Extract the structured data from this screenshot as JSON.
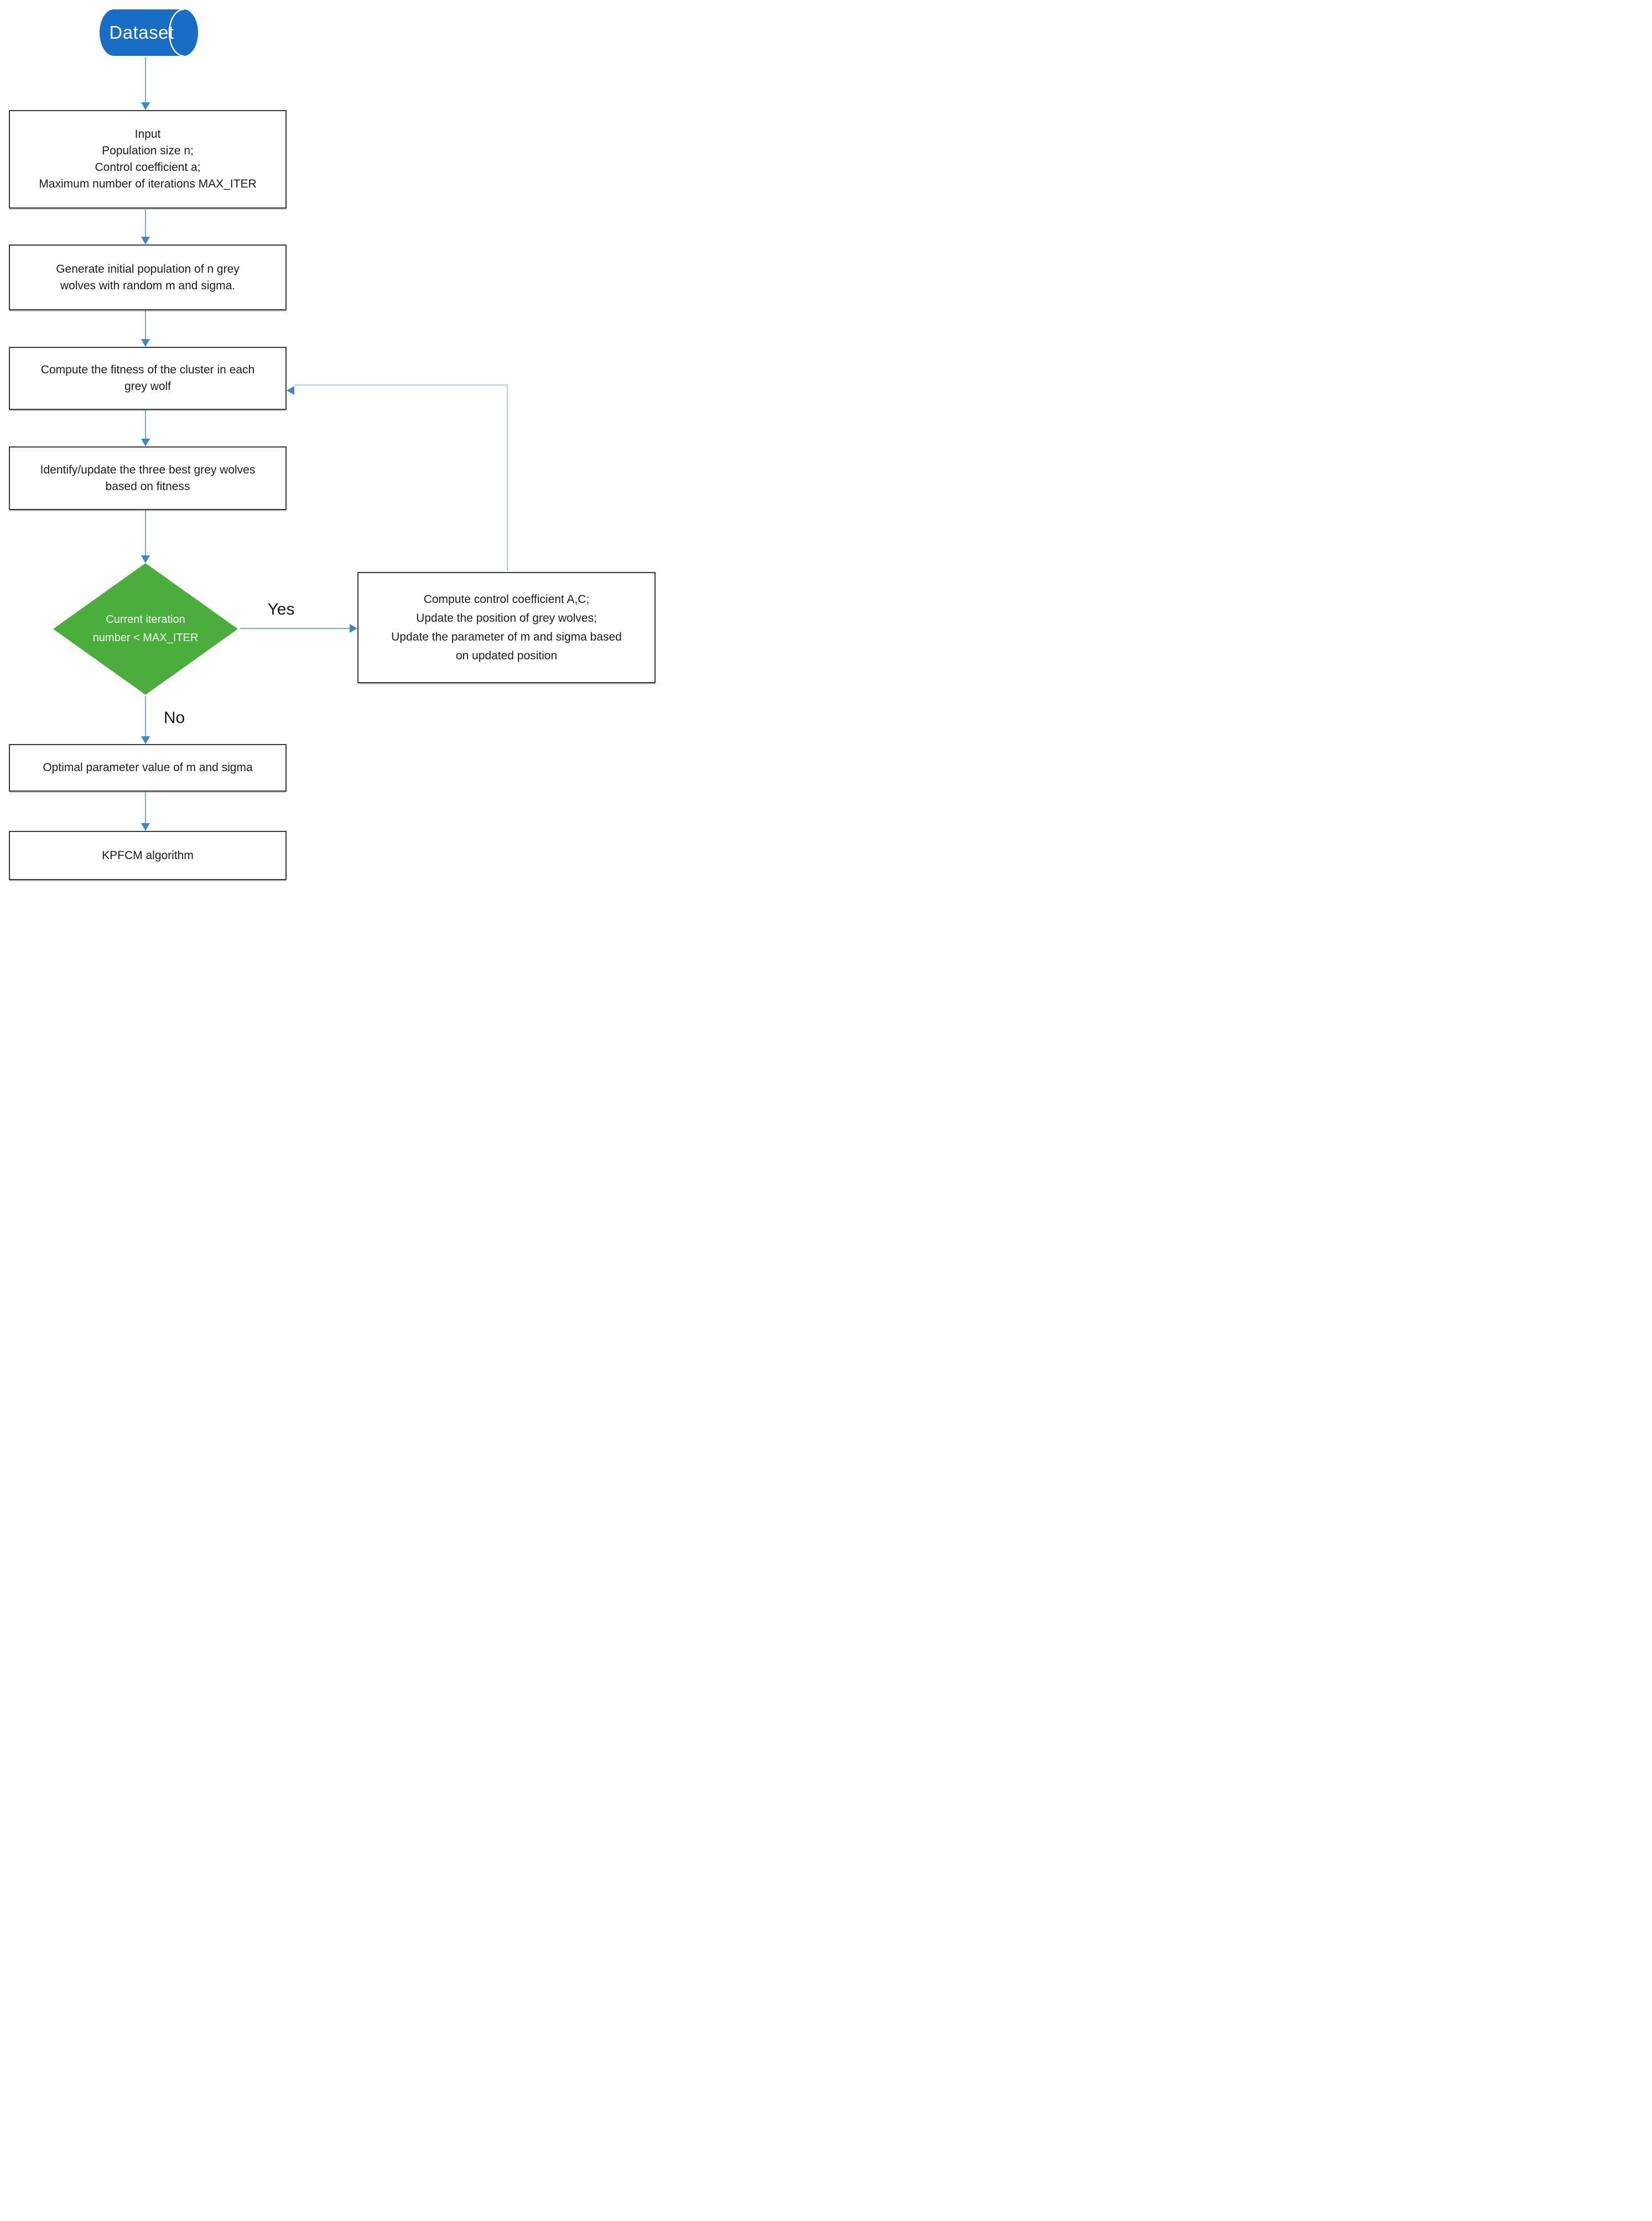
{
  "nodes": {
    "dataset": {
      "label": "Dataset"
    },
    "input": {
      "lines": [
        "Input",
        "Population size n;",
        "Control coefficient a;",
        "Maximum number of iterations MAX_ITER"
      ]
    },
    "generate": {
      "lines": [
        "Generate initial population of n grey",
        "wolves with random m and sigma."
      ]
    },
    "fitness": {
      "lines": [
        "Compute the fitness of the cluster in each",
        "grey wolf"
      ]
    },
    "identify": {
      "lines": [
        "Identify/update the three best grey wolves",
        "based on fitness"
      ]
    },
    "decision": {
      "lines": [
        "Current iteration",
        "number < MAX_ITER"
      ]
    },
    "update": {
      "lines": [
        "Compute control coefficient A,C;",
        "Update the position of grey wolves;",
        "Update the parameter of m and sigma based",
        "on updated position"
      ]
    },
    "optimal": {
      "lines": [
        "Optimal parameter value of m and sigma"
      ]
    },
    "kpfcm": {
      "lines": [
        "KPFCM algorithm"
      ]
    }
  },
  "edges": {
    "yes_label": "Yes",
    "no_label": "No"
  },
  "colors": {
    "dataset_fill": "#1A6DC4",
    "decision_fill": "#4BAD3B",
    "connector": "#7BA7C9",
    "connector_light": "#A9C7DB",
    "arrowhead": "#3E86C4",
    "box_border": "#383838"
  }
}
